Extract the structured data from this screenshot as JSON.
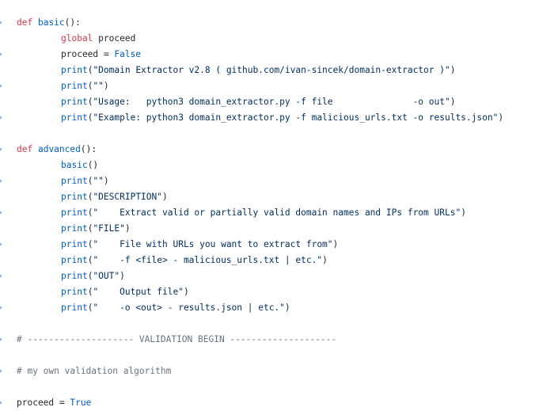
{
  "editor": {
    "language": "python",
    "colors": {
      "keyword": "#d73a49",
      "function": "#005cc5",
      "builtin": "#005cc5",
      "string": "#032f62",
      "comment": "#6a737d",
      "text": "#24292e",
      "background": "#ffffff"
    },
    "lines": [
      {
        "indent": 0,
        "tokens": [
          {
            "t": "def",
            "c": "kw"
          },
          {
            "t": " "
          },
          {
            "t": "basic",
            "c": "fn"
          },
          {
            "t": "():"
          }
        ]
      },
      {
        "indent": 1,
        "tokens": [
          {
            "t": "global",
            "c": "kw"
          },
          {
            "t": " proceed"
          }
        ]
      },
      {
        "indent": 1,
        "tokens": [
          {
            "t": "proceed = "
          },
          {
            "t": "False",
            "c": "bi"
          }
        ]
      },
      {
        "indent": 1,
        "tokens": [
          {
            "t": "print",
            "c": "bi"
          },
          {
            "t": "("
          },
          {
            "t": "\"Domain Extractor v2.8 ( github.com/ivan-sincek/domain-extractor )\"",
            "c": "str"
          },
          {
            "t": ")"
          }
        ]
      },
      {
        "indent": 1,
        "tokens": [
          {
            "t": "print",
            "c": "bi"
          },
          {
            "t": "("
          },
          {
            "t": "\"\"",
            "c": "str"
          },
          {
            "t": ")"
          }
        ]
      },
      {
        "indent": 1,
        "tokens": [
          {
            "t": "print",
            "c": "bi"
          },
          {
            "t": "("
          },
          {
            "t": "\"Usage:   python3 domain_extractor.py -f file               -o out\"",
            "c": "str"
          },
          {
            "t": ")"
          }
        ]
      },
      {
        "indent": 1,
        "tokens": [
          {
            "t": "print",
            "c": "bi"
          },
          {
            "t": "("
          },
          {
            "t": "\"Example: python3 domain_extractor.py -f malicious_urls.txt -o results.json\"",
            "c": "str"
          },
          {
            "t": ")"
          }
        ]
      },
      {
        "indent": 0,
        "tokens": []
      },
      {
        "indent": 0,
        "tokens": [
          {
            "t": "def",
            "c": "kw"
          },
          {
            "t": " "
          },
          {
            "t": "advanced",
            "c": "fn"
          },
          {
            "t": "():"
          }
        ]
      },
      {
        "indent": 1,
        "tokens": [
          {
            "t": "basic",
            "c": "fn"
          },
          {
            "t": "()"
          }
        ]
      },
      {
        "indent": 1,
        "tokens": [
          {
            "t": "print",
            "c": "bi"
          },
          {
            "t": "("
          },
          {
            "t": "\"\"",
            "c": "str"
          },
          {
            "t": ")"
          }
        ]
      },
      {
        "indent": 1,
        "tokens": [
          {
            "t": "print",
            "c": "bi"
          },
          {
            "t": "("
          },
          {
            "t": "\"DESCRIPTION\"",
            "c": "str"
          },
          {
            "t": ")"
          }
        ]
      },
      {
        "indent": 1,
        "tokens": [
          {
            "t": "print",
            "c": "bi"
          },
          {
            "t": "("
          },
          {
            "t": "\"    Extract valid or partially valid domain names and IPs from URLs\"",
            "c": "str"
          },
          {
            "t": ")"
          }
        ]
      },
      {
        "indent": 1,
        "tokens": [
          {
            "t": "print",
            "c": "bi"
          },
          {
            "t": "("
          },
          {
            "t": "\"FILE\"",
            "c": "str"
          },
          {
            "t": ")"
          }
        ]
      },
      {
        "indent": 1,
        "tokens": [
          {
            "t": "print",
            "c": "bi"
          },
          {
            "t": "("
          },
          {
            "t": "\"    File with URLs you want to extract from\"",
            "c": "str"
          },
          {
            "t": ")"
          }
        ]
      },
      {
        "indent": 1,
        "tokens": [
          {
            "t": "print",
            "c": "bi"
          },
          {
            "t": "("
          },
          {
            "t": "\"    -f <file> - malicious_urls.txt | etc.\"",
            "c": "str"
          },
          {
            "t": ")"
          }
        ]
      },
      {
        "indent": 1,
        "tokens": [
          {
            "t": "print",
            "c": "bi"
          },
          {
            "t": "("
          },
          {
            "t": "\"OUT\"",
            "c": "str"
          },
          {
            "t": ")"
          }
        ]
      },
      {
        "indent": 1,
        "tokens": [
          {
            "t": "print",
            "c": "bi"
          },
          {
            "t": "("
          },
          {
            "t": "\"    Output file\"",
            "c": "str"
          },
          {
            "t": ")"
          }
        ]
      },
      {
        "indent": 1,
        "tokens": [
          {
            "t": "print",
            "c": "bi"
          },
          {
            "t": "("
          },
          {
            "t": "\"    -o <out> - results.json | etc.\"",
            "c": "str"
          },
          {
            "t": ")"
          }
        ]
      },
      {
        "indent": 0,
        "tokens": []
      },
      {
        "indent": 0,
        "tokens": [
          {
            "t": "# -------------------- VALIDATION BEGIN --------------------",
            "c": "cm"
          }
        ]
      },
      {
        "indent": 0,
        "tokens": []
      },
      {
        "indent": 0,
        "tokens": [
          {
            "t": "# my own validation algorithm",
            "c": "cm"
          }
        ]
      },
      {
        "indent": 0,
        "tokens": []
      },
      {
        "indent": 0,
        "tokens": [
          {
            "t": "proceed = "
          },
          {
            "t": "True",
            "c": "bi"
          }
        ]
      }
    ]
  }
}
